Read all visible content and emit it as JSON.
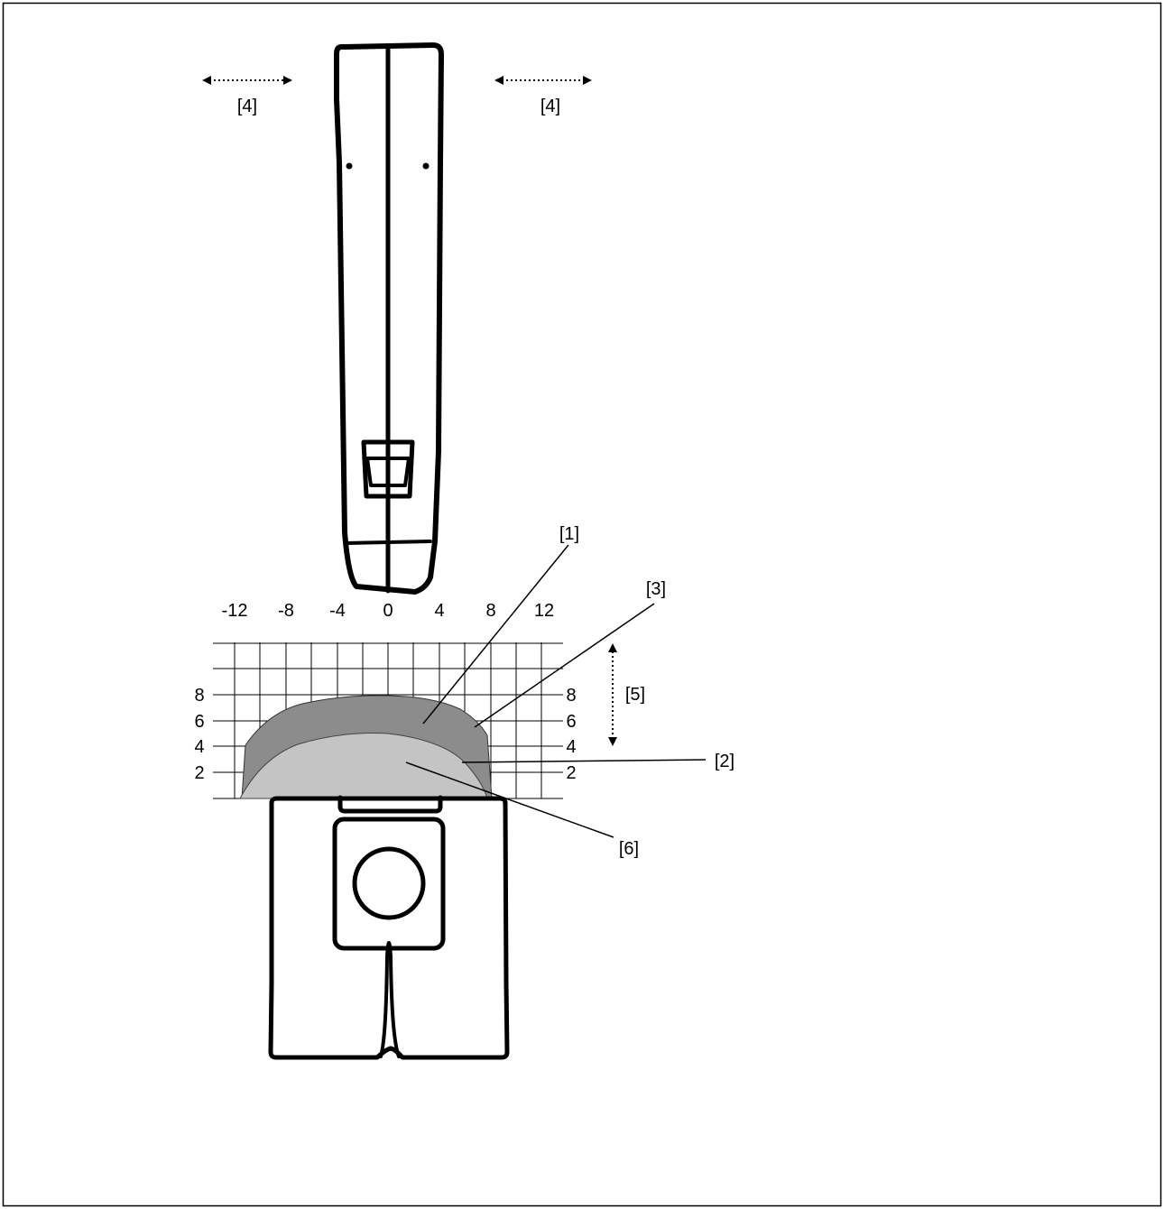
{
  "labels": {
    "l1": "[1]",
    "l2": "[2]",
    "l3": "[3]",
    "l4_left": "[4]",
    "l4_right": "[4]",
    "l5": "[5]",
    "l6": "[6]"
  },
  "x_ticks": [
    "-12",
    "-8",
    "-4",
    "0",
    "4",
    "8",
    "12"
  ],
  "y_ticks_left": [
    "8",
    "6",
    "4",
    "2"
  ],
  "y_ticks_right": [
    "8",
    "6",
    "4",
    "2"
  ],
  "colors": {
    "outer_zone": "#8c8c8c",
    "inner_zone": "#c4c4c4",
    "line": "#000000"
  }
}
